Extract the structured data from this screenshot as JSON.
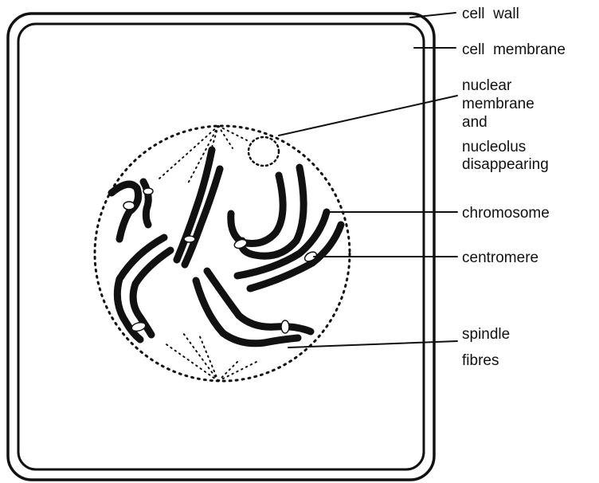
{
  "diagram": {
    "colors": {
      "ink": "#111111",
      "background": "#ffffff"
    },
    "labels": {
      "cell_wall": "cell  wall",
      "cell_membrane": "cell  membrane",
      "nuclear_line1": "nuclear",
      "nuclear_line2": "membrane",
      "nuclear_line3": "and",
      "nuclear_line4": "nucleolus",
      "nuclear_line5": "disappearing",
      "chromosome": "chromosome",
      "centromere": "centromere",
      "spindle_line1": "spindle",
      "spindle_line2": "fibres"
    }
  }
}
